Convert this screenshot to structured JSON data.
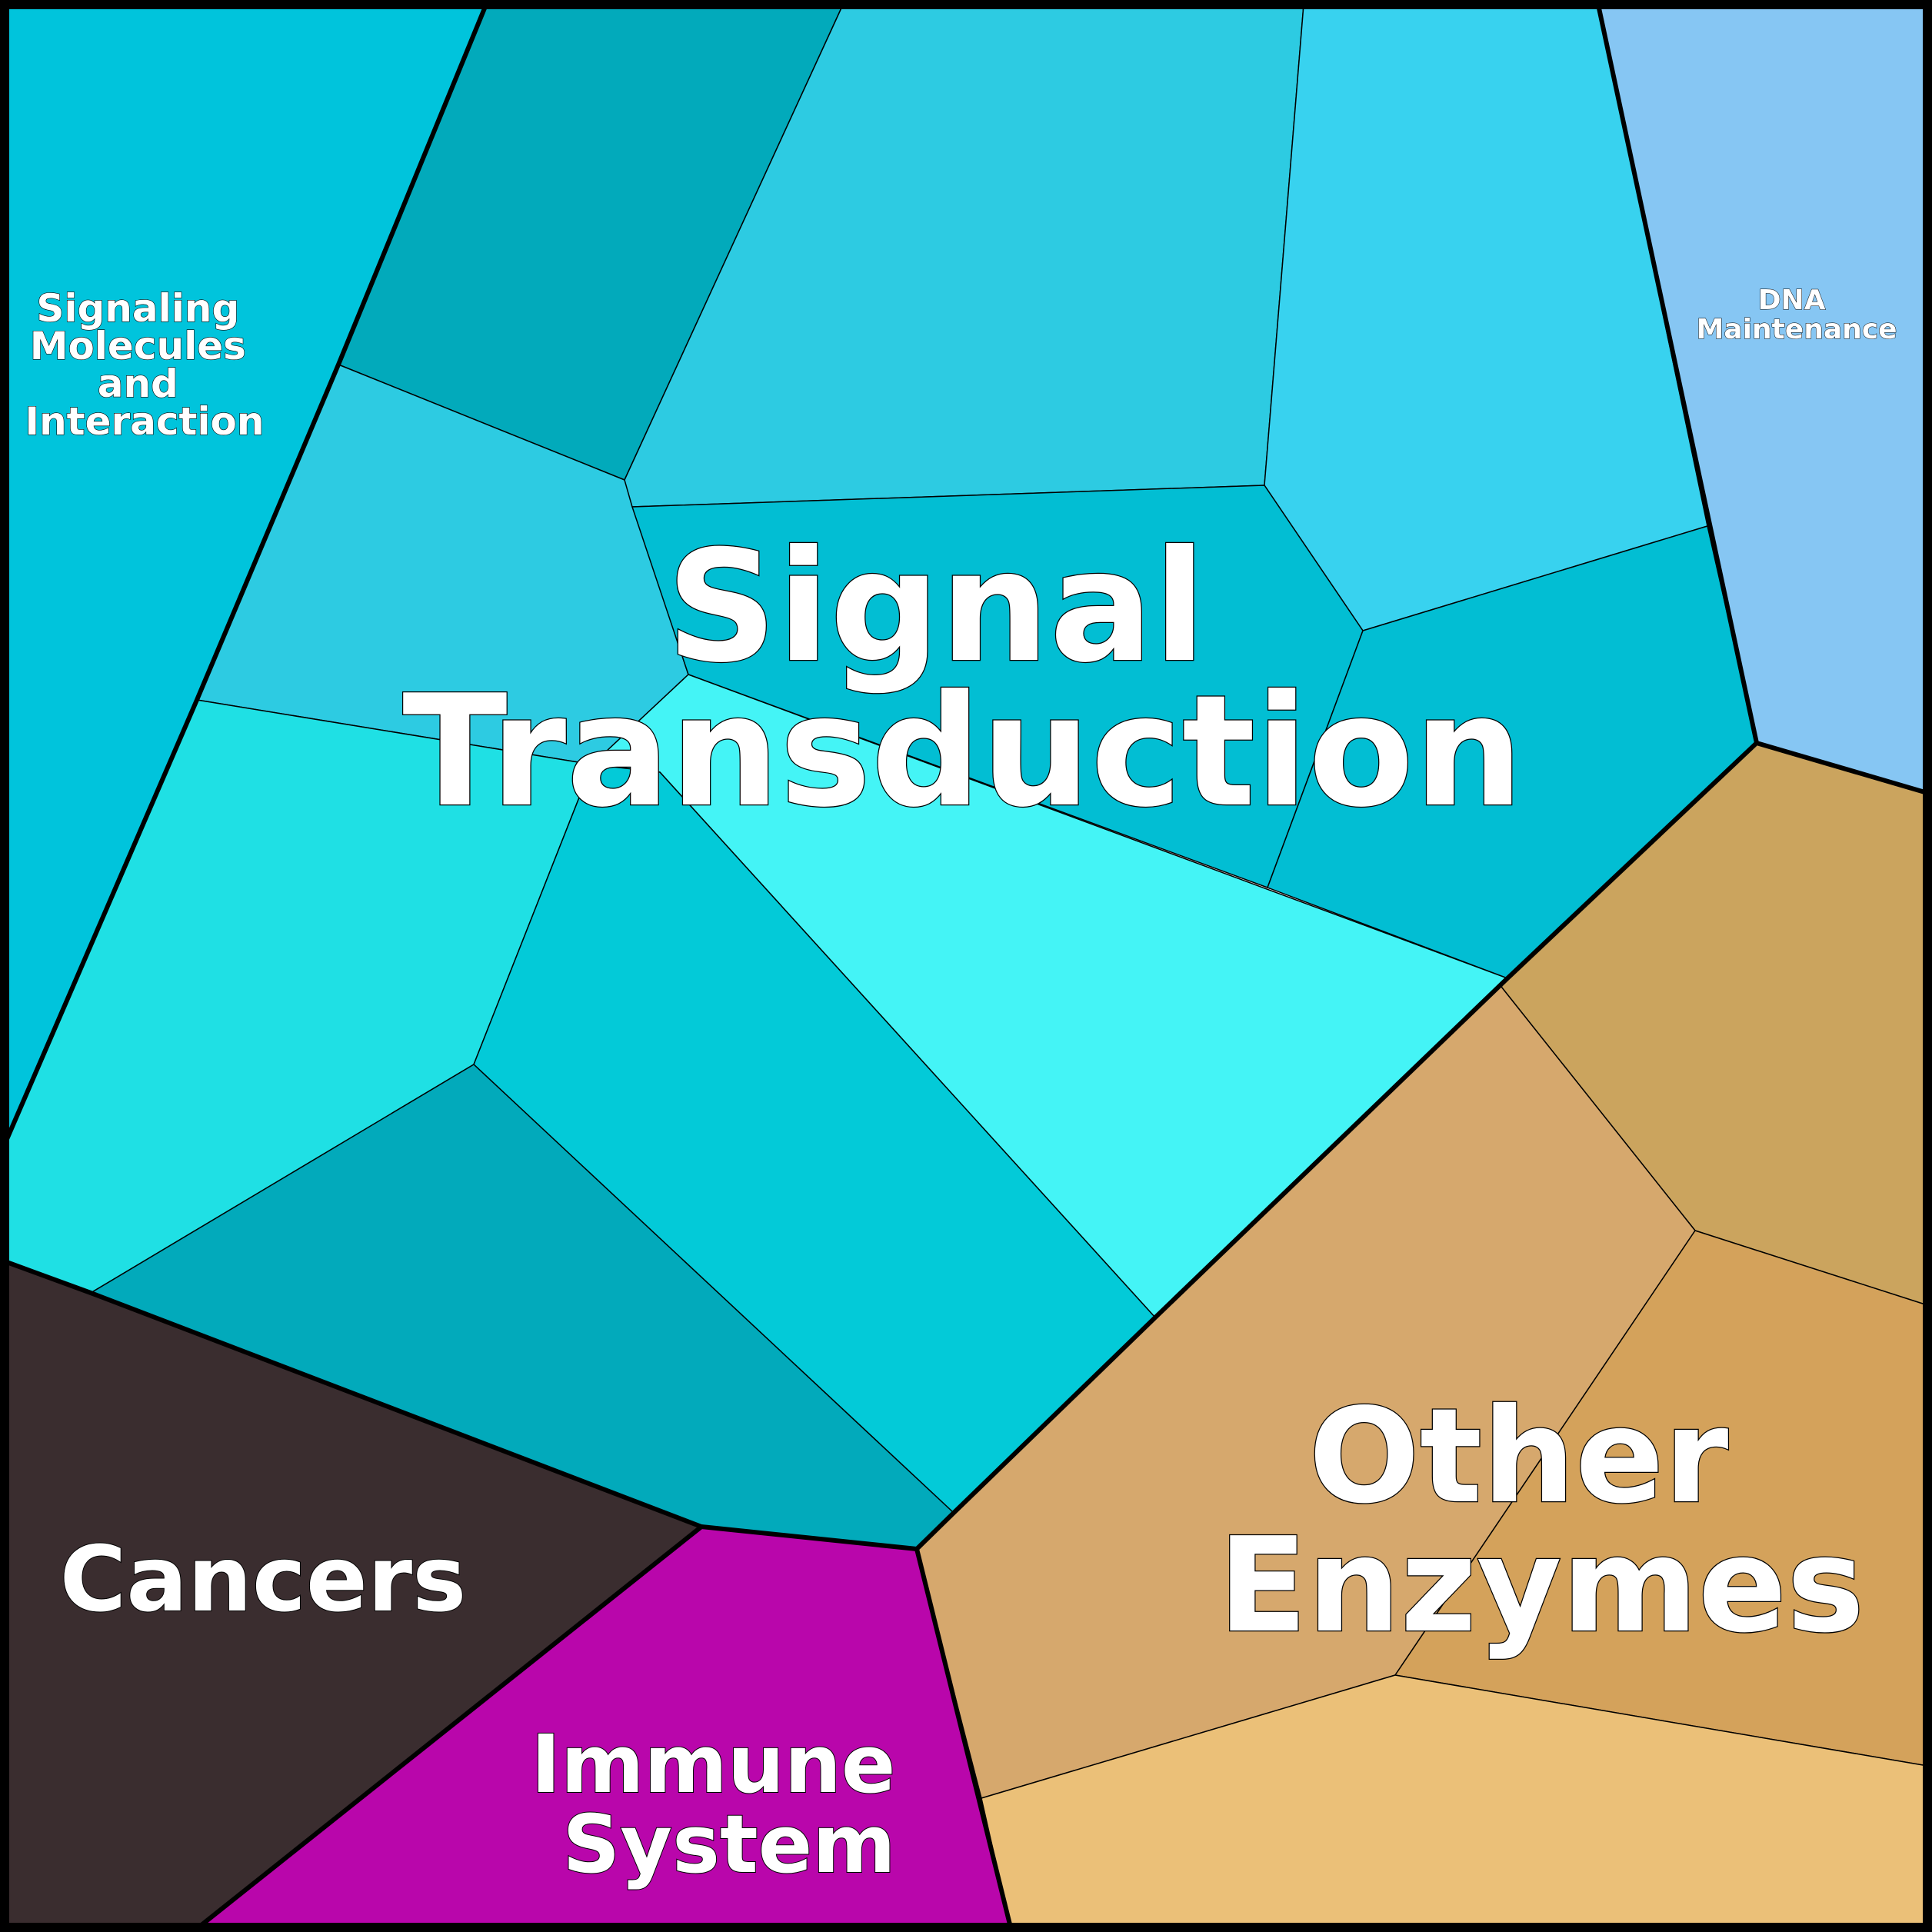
{
  "diagram": {
    "regions": [
      {
        "id": "signaling-molecules",
        "label_lines": [
          "Signaling",
          "Molecules",
          "and",
          "Interaction"
        ],
        "color": "#00c4dc"
      },
      {
        "id": "signal-transduction",
        "label_lines": [
          "Signal",
          "Transduction"
        ],
        "colors": [
          "#02aabb",
          "#2dcbe2",
          "#38d2ef",
          "#02bed3",
          "#1fe0e4",
          "#44f4f6",
          "#03cad8"
        ]
      },
      {
        "id": "dna-maintenance",
        "label_lines": [
          "DNA",
          "Maintenance"
        ],
        "color": "#86c6f3"
      },
      {
        "id": "cancers",
        "label_lines": [
          "Cancers"
        ],
        "color": "#3a2d2f"
      },
      {
        "id": "immune-system",
        "label_lines": [
          "Immune",
          "System"
        ],
        "color": "#b906ab"
      },
      {
        "id": "other-enzymes",
        "label_lines": [
          "Other",
          "Enzymes"
        ],
        "colors": [
          "#cba45e",
          "#d6a86d",
          "#d4a25b",
          "#ebc078"
        ]
      }
    ]
  }
}
